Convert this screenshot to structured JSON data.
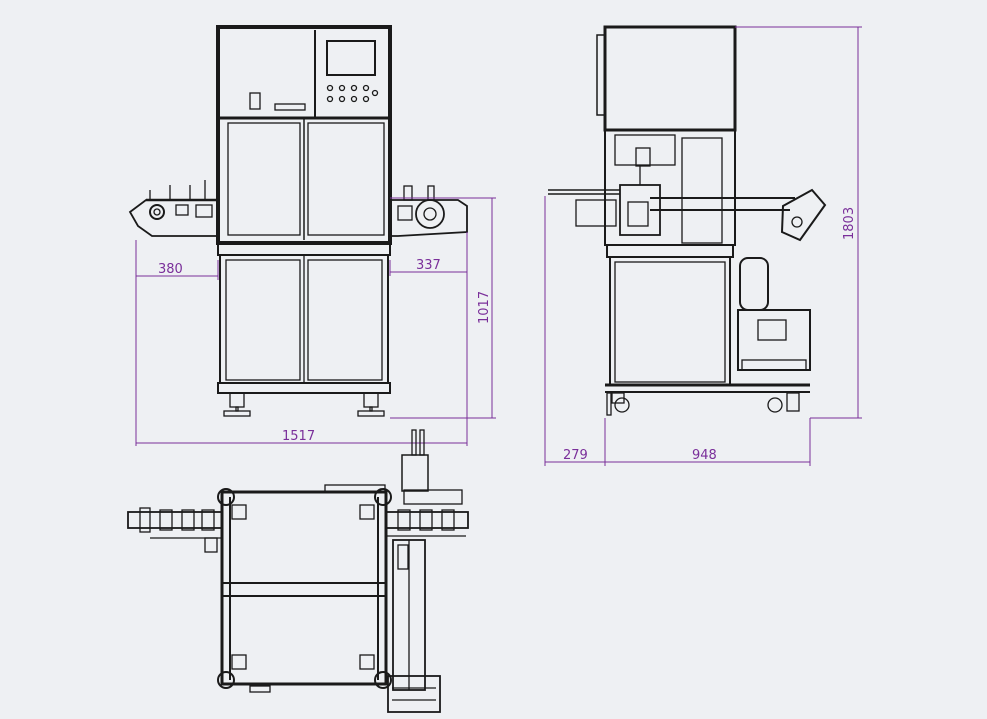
{
  "dimensions": {
    "front_left_overhang": "380",
    "front_right_overhang": "337",
    "front_total_width": "1517",
    "front_table_height": "1017",
    "side_left_overhang": "279",
    "side_base_width": "948",
    "side_total_height": "1803"
  },
  "colors": {
    "background": "#eef0f3",
    "line": "#1a1a1a",
    "dimension": "#7a2f9a"
  }
}
